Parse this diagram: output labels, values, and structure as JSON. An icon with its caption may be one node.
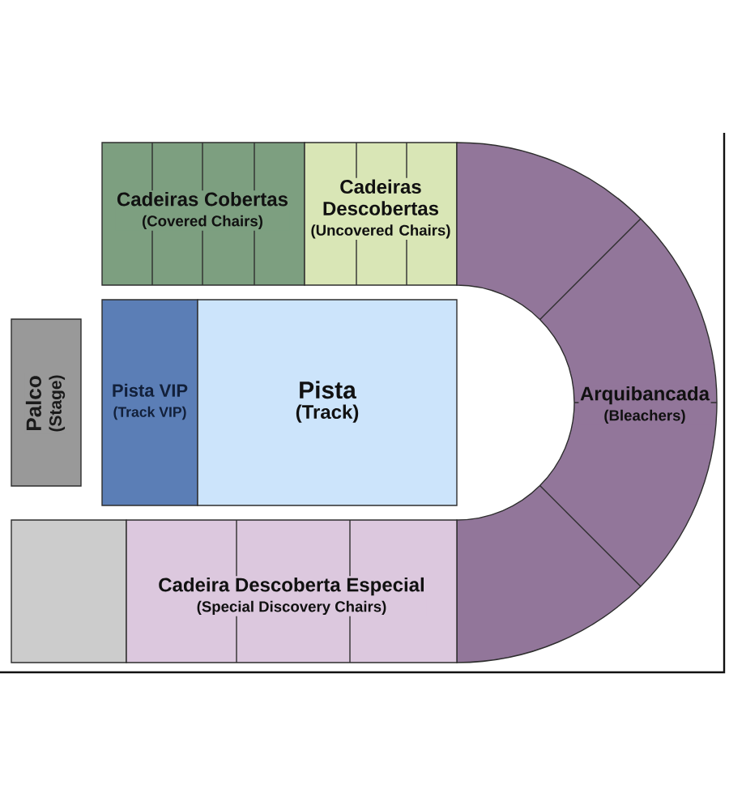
{
  "diagram": {
    "nodes": [
      {
        "text": [
          "Cadeiras Cobertas",
          "(Covered Chairs)"
        ]
      },
      {
        "text": [
          "Cadeiras Descobertas",
          "(Uncovered Chairs)"
        ]
      },
      {
        "text": [
          "Palco",
          "(Stage)"
        ]
      },
      {
        "text": [
          "Pista VIP",
          "(Track VIP)"
        ]
      },
      {
        "text": [
          "Pista",
          "(Track)"
        ]
      },
      {
        "text": [
          "Arquibancada",
          "(Bleachers)"
        ]
      },
      {
        "text": [],
        "shape": "box"
      },
      {
        "text": [
          "Cadeira Descoberta Especial",
          "(Special Discovery Chairs)"
        ]
      }
    ]
  }
}
